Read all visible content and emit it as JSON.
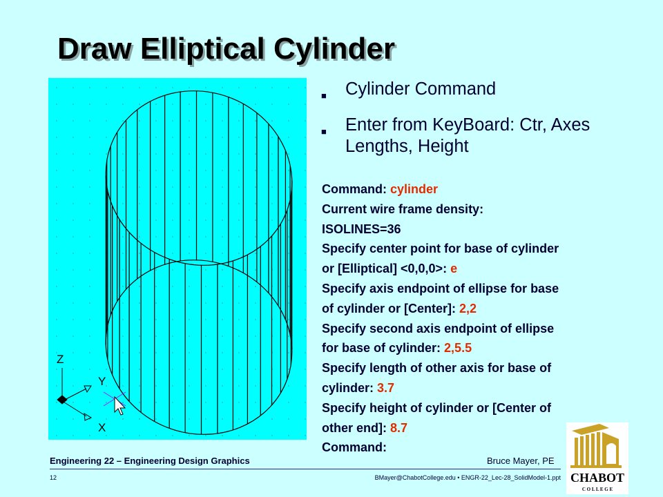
{
  "title": "Draw Elliptical Cylinder",
  "bullets": [
    "Cylinder Command",
    "Enter from KeyBoard: Ctr, Axes Lengths, Height"
  ],
  "command_log": {
    "line1": {
      "prompt": "Command: ",
      "input": "cylinder"
    },
    "line2": "Current wire frame density:",
    "line3": "ISOLINES=36",
    "line4": "Specify center point for base of cylinder",
    "line5": {
      "prompt": "or [Elliptical] <0,0,0>: ",
      "input": "e"
    },
    "line6": "Specify axis endpoint of ellipse for base",
    "line7": {
      "prompt": "of cylinder or [Center]: ",
      "input": "2,2"
    },
    "line8": "Specify second axis endpoint of ellipse",
    "line9": {
      "prompt": "for base of cylinder: ",
      "input": "2,5.5"
    },
    "line10": "Specify length of other axis for base of",
    "line11": {
      "prompt": "cylinder: ",
      "input": "3.7"
    },
    "line12": "Specify height of cylinder or [Center of",
    "line13": {
      "prompt": "other end]: ",
      "input": "8.7"
    },
    "line14": "Command:"
  },
  "ucs_labels": {
    "z": "Z",
    "y": "Y",
    "x": "X"
  },
  "footer": {
    "course": "Engineering 22 – Engineering Design Graphics",
    "author": "Bruce Mayer, PE",
    "slide_number": "12",
    "file_info": "BMayer@ChabotCollege.edu  • ENGR-22_Lec-28_SolidModel-1.ppt"
  },
  "logo": {
    "name": "CHABOT",
    "sub": "C O L L E G E"
  },
  "colors": {
    "background": "#ccffff",
    "viewport": "#00ffff",
    "highlight": "#e22c00",
    "logo_gold": "#c9a227"
  }
}
